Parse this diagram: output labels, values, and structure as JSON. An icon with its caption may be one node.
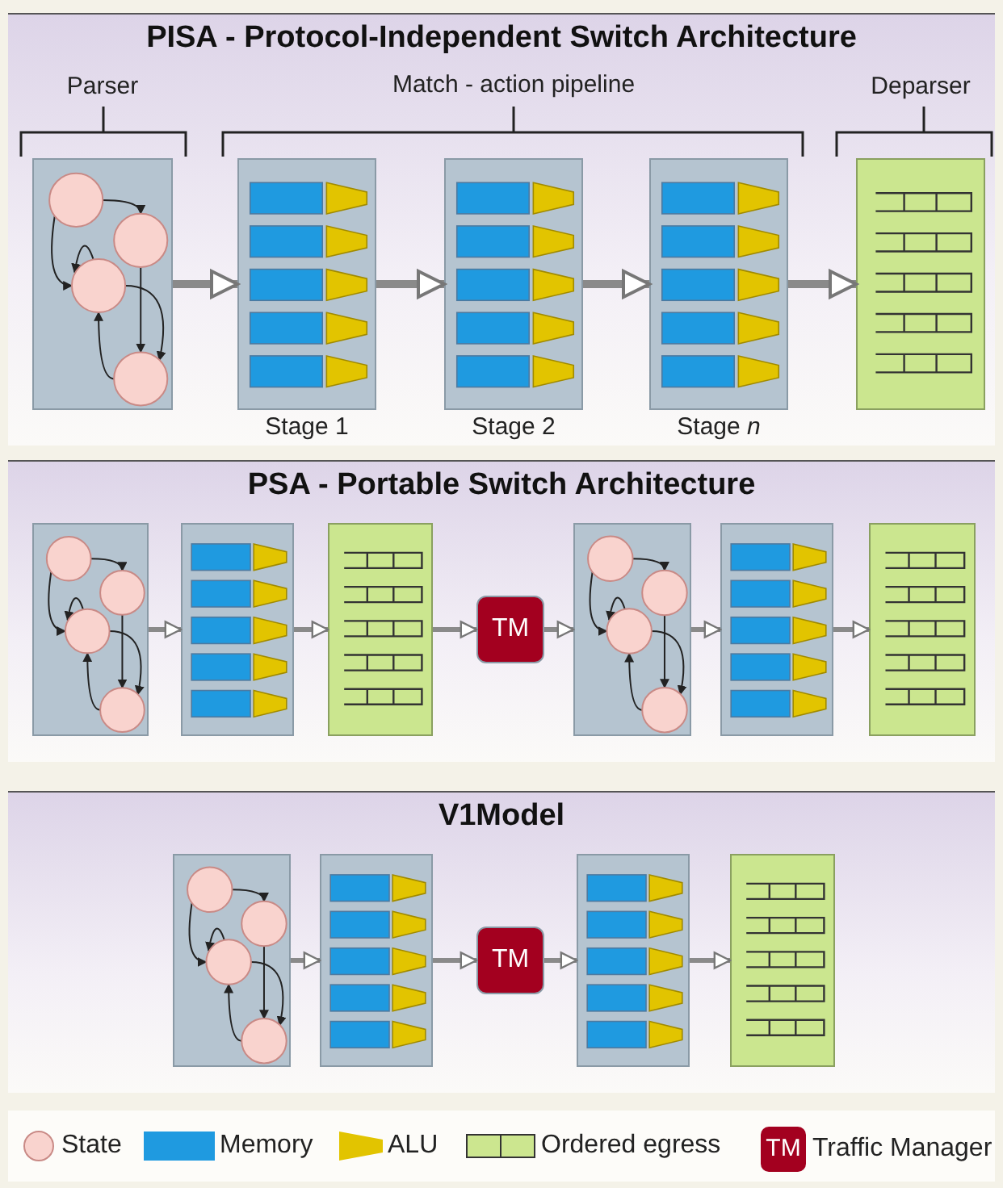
{
  "diagram": {
    "nodes": [
      {
        "text": [
          "PISA - Protocol-Independent Switch Architecture"
        ]
      },
      {
        "text": [
          "Parser"
        ],
        "in": 0
      },
      {
        "text": [
          "Stage 1"
        ],
        "in": 0
      },
      {
        "text": [
          "Stage 2"
        ],
        "in": 0
      },
      {
        "text": [
          "Stage *n*"
        ],
        "in": 0
      },
      {
        "text": [
          "Deparser"
        ],
        "in": 0
      },
      {
        "text": [
          "PSA - Portable Switch Architecture"
        ]
      },
      {
        "text": [],
        "shape": "box",
        "in": 6
      },
      {
        "text": [],
        "shape": "box",
        "in": 6
      },
      {
        "text": [],
        "shape": "box",
        "in": 6
      },
      {
        "text": [
          "TM"
        ],
        "in": 6
      },
      {
        "text": [],
        "shape": "box",
        "in": 6
      },
      {
        "text": [],
        "shape": "box",
        "in": 6
      },
      {
        "text": [],
        "shape": "box",
        "in": 6
      },
      {
        "text": [
          "V1Model"
        ]
      },
      {
        "text": [],
        "shape": "box",
        "in": 14
      },
      {
        "text": [],
        "shape": "box",
        "in": 14
      },
      {
        "text": [
          "TM"
        ],
        "in": 14
      },
      {
        "text": [],
        "shape": "box",
        "in": 14
      },
      {
        "text": [],
        "shape": "box",
        "in": 14
      }
    ],
    "edges": [
      {
        "from": 1,
        "to": 2,
        "arrow": "to"
      },
      {
        "from": 2,
        "to": 3,
        "arrow": "to"
      },
      {
        "from": 3,
        "to": 4,
        "arrow": "to"
      },
      {
        "from": 4,
        "to": 5,
        "arrow": "to"
      },
      {
        "from": 7,
        "to": 8,
        "arrow": "to"
      },
      {
        "from": 8,
        "to": 9,
        "arrow": "to"
      },
      {
        "from": 9,
        "to": 10,
        "arrow": "to"
      },
      {
        "from": 10,
        "to": 11,
        "arrow": "to"
      },
      {
        "from": 11,
        "to": 12,
        "arrow": "to"
      },
      {
        "from": 12,
        "to": 13,
        "arrow": "to"
      },
      {
        "from": 15,
        "to": 16,
        "arrow": "to"
      },
      {
        "from": 16,
        "to": 17,
        "arrow": "to"
      },
      {
        "from": 17,
        "to": 18,
        "arrow": "to"
      },
      {
        "from": 18,
        "to": 19,
        "arrow": "to"
      }
    ],
    "labels": [
      "Match - action pipeline",
      "TM"
    ],
    "legend": [
      {
        "text": "State",
        "color": "#f9d3ce"
      },
      {
        "text": "Memory",
        "color": "#1f9ae0"
      },
      {
        "text": "ALU",
        "color": "#e2c400"
      },
      {
        "text": "Ordered egress",
        "color": "#cce68f"
      },
      {
        "text": "Traffic Manager",
        "color": "#a3001f"
      }
    ]
  }
}
